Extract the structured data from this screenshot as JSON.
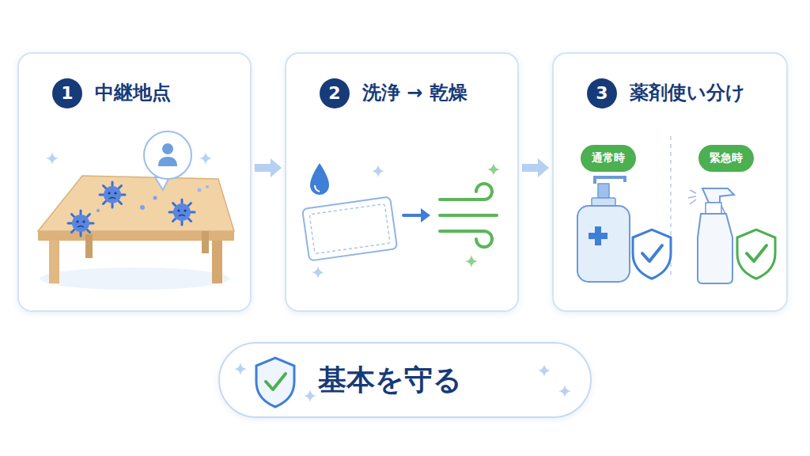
{
  "diagram": {
    "nodes": [
      {
        "text": [
          "中継地点"
        ]
      },
      {
        "text": [
          "1"
        ],
        "in": 0
      },
      {
        "text": [
          "洗浄 → 乾燥"
        ]
      },
      {
        "text": [
          "2"
        ],
        "in": 2
      },
      {
        "text": [
          "薬剤使い分け"
        ]
      },
      {
        "text": [
          "3"
        ],
        "in": 4
      },
      {
        "text": [
          "通常時"
        ],
        "in": 4
      },
      {
        "text": [
          "緊急時"
        ],
        "in": 4
      },
      {
        "text": [
          "基本を守る"
        ]
      }
    ],
    "edges": [
      {
        "from": 0,
        "to": 2,
        "arrow": "to"
      },
      {
        "from": 2,
        "to": 4,
        "arrow": "to"
      }
    ]
  }
}
